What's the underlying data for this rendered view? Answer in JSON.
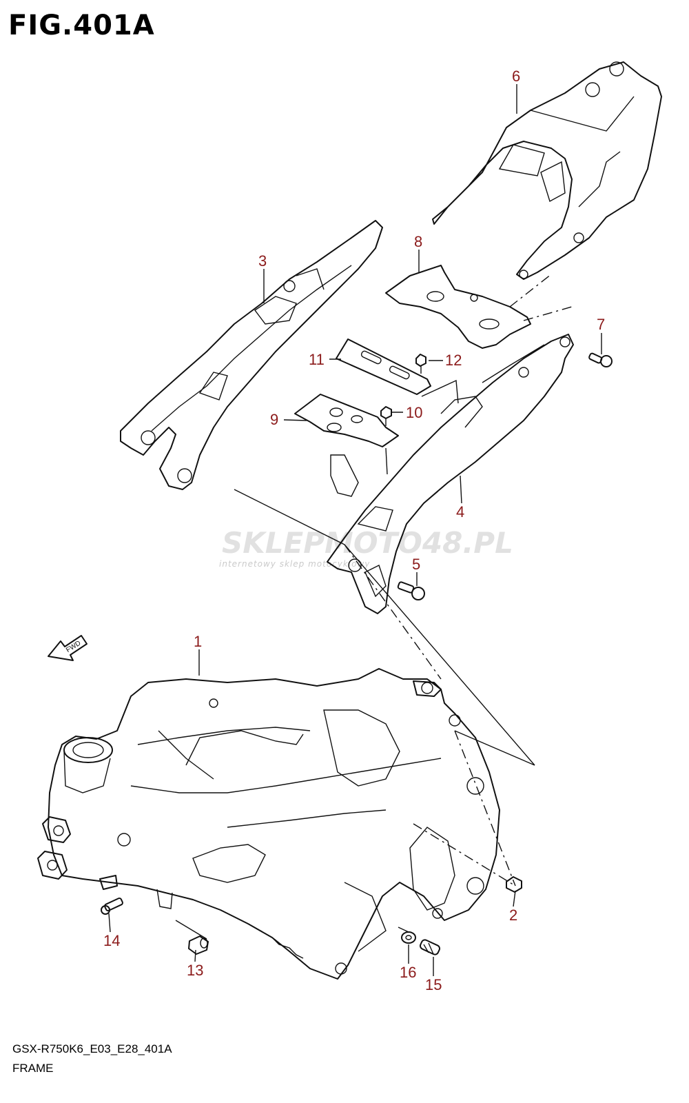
{
  "figure": {
    "title": "FIG.401A",
    "model_code": "GSX-R750K6_E03_E28_401A",
    "name": "FRAME",
    "direction_label": "FWD"
  },
  "watermark": {
    "main": "SKLEPMOTO48.PL",
    "sub": "internetowy sklep motocyklowy"
  },
  "callouts": [
    {
      "id": "1",
      "label": "1"
    },
    {
      "id": "2",
      "label": "2"
    },
    {
      "id": "3",
      "label": "3"
    },
    {
      "id": "4",
      "label": "4"
    },
    {
      "id": "5",
      "label": "5"
    },
    {
      "id": "6",
      "label": "6"
    },
    {
      "id": "7",
      "label": "7"
    },
    {
      "id": "8",
      "label": "8"
    },
    {
      "id": "9",
      "label": "9"
    },
    {
      "id": "10",
      "label": "10"
    },
    {
      "id": "11",
      "label": "11"
    },
    {
      "id": "12",
      "label": "12"
    },
    {
      "id": "13",
      "label": "13"
    },
    {
      "id": "14",
      "label": "14"
    },
    {
      "id": "15",
      "label": "15"
    },
    {
      "id": "16",
      "label": "16"
    }
  ],
  "colors": {
    "callout": "#8b1a1a",
    "line": "#111111",
    "watermark": "#c9c9c9"
  }
}
